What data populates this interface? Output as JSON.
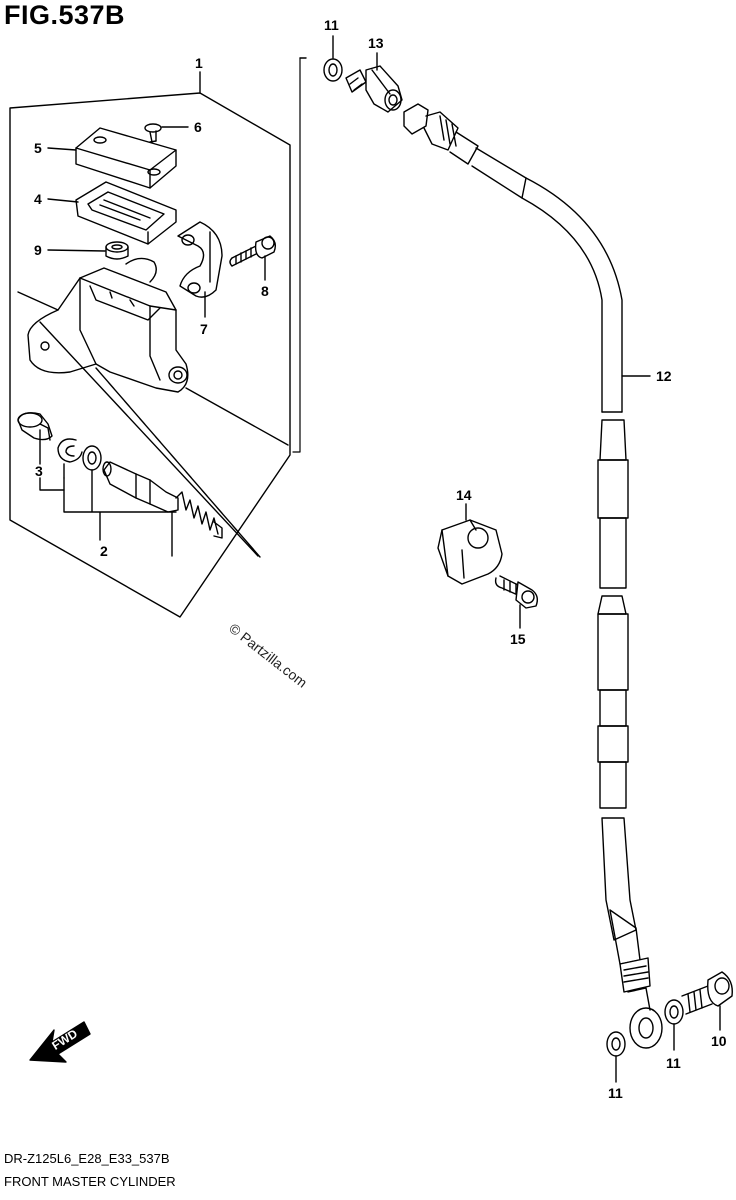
{
  "figure": {
    "title": "FIG.537B",
    "code": "DR-Z125L6_E28_E33_537B",
    "name": "FRONT MASTER CYLINDER",
    "watermark": "© Partzilla.com",
    "fwd_label": "FWD"
  },
  "callouts": [
    {
      "id": "c1",
      "label": "1"
    },
    {
      "id": "c2",
      "label": "2"
    },
    {
      "id": "c3",
      "label": "3"
    },
    {
      "id": "c4",
      "label": "4"
    },
    {
      "id": "c5",
      "label": "5"
    },
    {
      "id": "c6",
      "label": "6"
    },
    {
      "id": "c7",
      "label": "7"
    },
    {
      "id": "c8",
      "label": "8"
    },
    {
      "id": "c9",
      "label": "9"
    },
    {
      "id": "c10",
      "label": "10"
    },
    {
      "id": "c11a",
      "label": "11"
    },
    {
      "id": "c11b",
      "label": "11"
    },
    {
      "id": "c11c",
      "label": "11"
    },
    {
      "id": "c12",
      "label": "12"
    },
    {
      "id": "c13",
      "label": "13"
    },
    {
      "id": "c14",
      "label": "14"
    },
    {
      "id": "c15",
      "label": "15"
    }
  ]
}
